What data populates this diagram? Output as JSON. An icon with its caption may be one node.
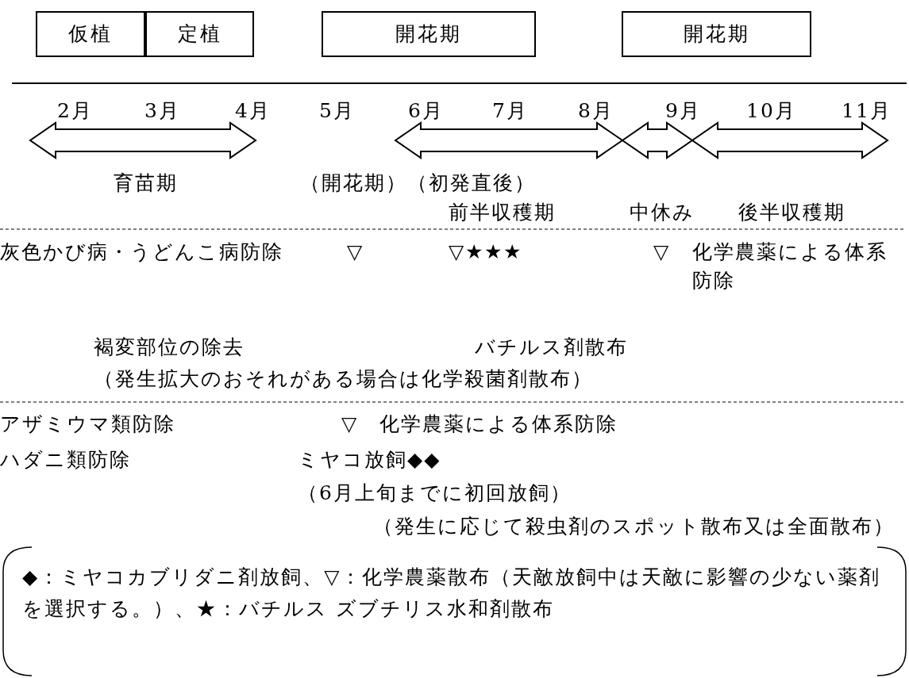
{
  "diagram": {
    "nodes": [
      {
        "text": [
          "仮植"
        ]
      },
      {
        "text": [
          "定植"
        ]
      },
      {
        "text": [
          "開花期"
        ]
      },
      {
        "text": [
          "開花期"
        ]
      }
    ],
    "labels": [
      "2月",
      "3月",
      "4月",
      "5月",
      "6月",
      "7月",
      "8月",
      "9月",
      "10月",
      "11月",
      "育苗期",
      "（開花期）（初発直後）",
      "前半収穫期",
      "中休み",
      "後半収穫期",
      "灰色かび病・うどんこ病防除",
      "▽",
      "▽★★★",
      "▽",
      "化学農薬による体系防除",
      "褐変部位の除去",
      "バチルス剤散布",
      "（発生拡大のおそれがある場合は化学殺菌剤散布）",
      "アザミウマ類防除",
      "▽",
      "化学農薬による体系防除",
      "ハダニ類防除",
      "ミヤコ放飼◆◆",
      "（6月上旬までに初回放飼）",
      "（発生に応じて殺虫剤のスポット散布又は全面散布）",
      "◆：ミヤコカブリダニ剤放飼、▽：化学農薬散布（天敵放飼中は天敵に影響の少ない薬剤を選択する。）、★：バチルス ズブチリス水和剤散布"
    ]
  }
}
